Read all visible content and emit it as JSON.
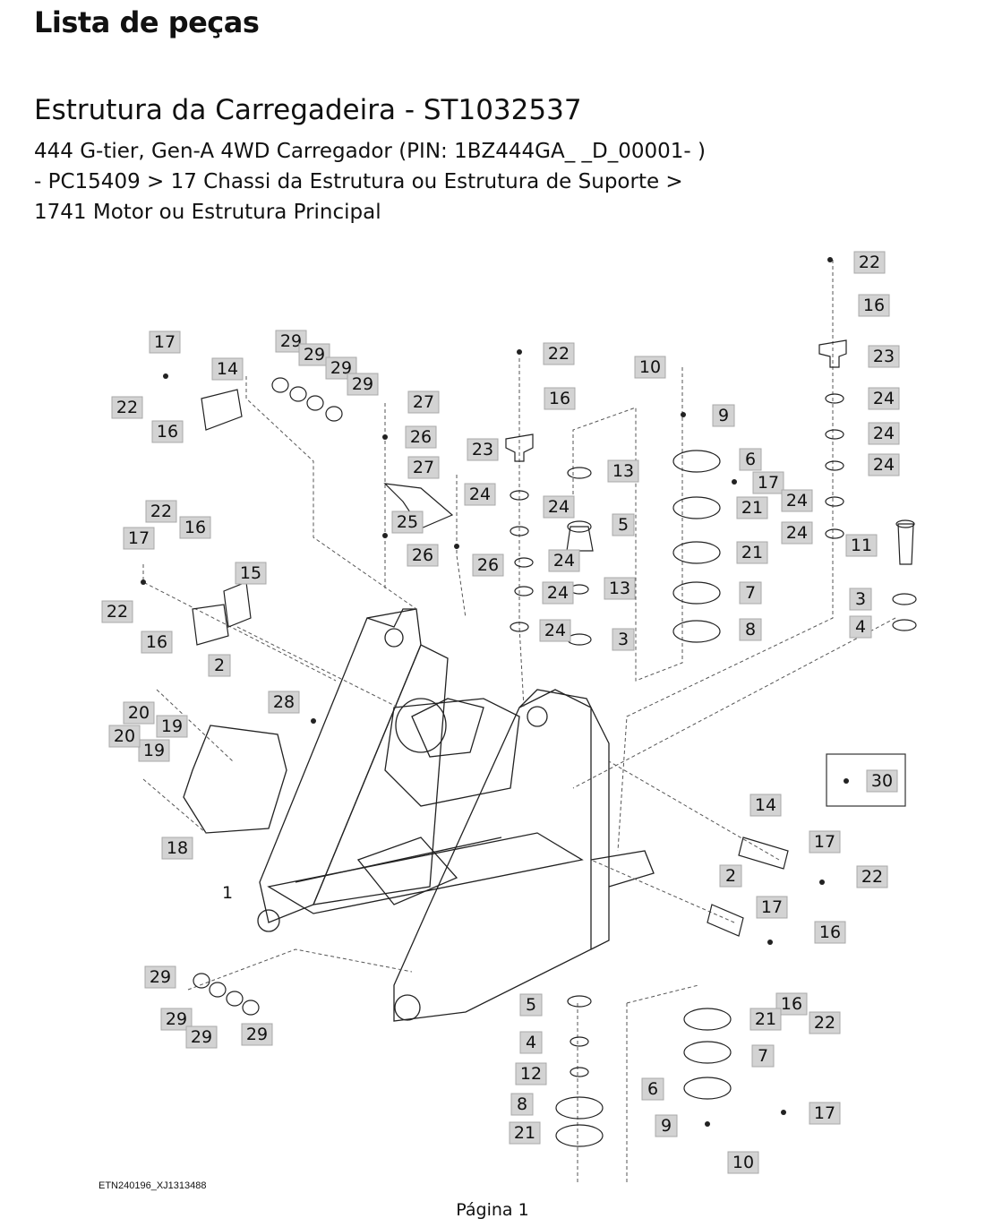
{
  "header": {
    "title": "Lista de peças",
    "subtitle": "Estrutura da Carregadeira - ST1032537",
    "description_lines": [
      "444 G-tier, Gen-A 4WD Carregador (PIN: 1BZ444GA_ _D_00001- )",
      "- PC15409 > 17 Chassi da Estrutura ou Estrutura de Suporte >",
      "1741 Motor ou Estrutura Principal"
    ]
  },
  "diagram": {
    "callouts": [
      "1",
      "2",
      "3",
      "4",
      "5",
      "6",
      "7",
      "8",
      "9",
      "10",
      "11",
      "12",
      "13",
      "14",
      "15",
      "16",
      "17",
      "18",
      "19",
      "20",
      "21",
      "22",
      "23",
      "24",
      "25",
      "26",
      "27",
      "28",
      "29",
      "30"
    ]
  },
  "footer": {
    "drawing_code": "ETN240196_XJ1313488",
    "page_label": "Página 1"
  }
}
